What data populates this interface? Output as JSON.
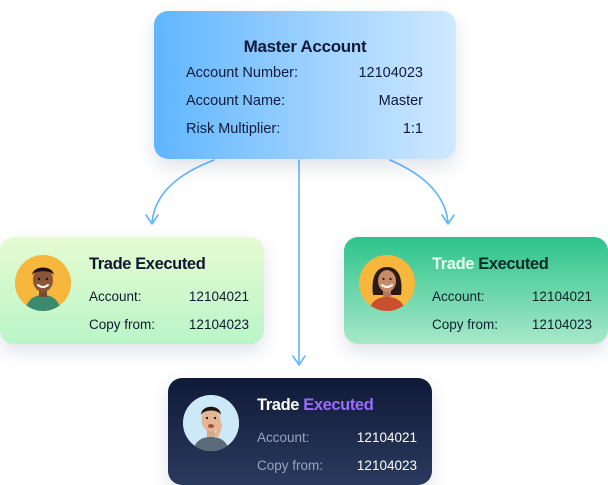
{
  "master": {
    "title": "Master Account",
    "rows": [
      {
        "label": "Account Number:",
        "value": "12104023"
      },
      {
        "label": "Account Name:",
        "value": "Master"
      },
      {
        "label": "Risk Multiplier:",
        "value": "1:1"
      }
    ]
  },
  "children": {
    "left": {
      "title": "Trade Executed",
      "account_label": "Account:",
      "account_value": "12104021",
      "copy_label": "Copy from:",
      "copy_value": "12104023",
      "avatar_icon": "smiling-man-avatar-icon"
    },
    "right": {
      "title_part1": "Trade",
      "title_part2": "Executed",
      "account_label": "Account:",
      "account_value": "12104021",
      "copy_label": "Copy from:",
      "copy_value": "12104023",
      "avatar_icon": "smiling-woman-avatar-icon"
    },
    "bottom": {
      "title_part1": "Trade",
      "title_part2": "Executed",
      "account_label": "Account:",
      "account_value": "12104021",
      "copy_label": "Copy from:",
      "copy_value": "12104023",
      "avatar_icon": "thinking-man-avatar-icon"
    }
  },
  "colors": {
    "master_gradient_start": "#5fb6ff",
    "master_gradient_end": "#cfe9ff",
    "connector": "#5fb6ff",
    "executed_accent_purple": "#9a6bff",
    "green_card": "#2cc38a",
    "dark_card": "#101a38"
  }
}
